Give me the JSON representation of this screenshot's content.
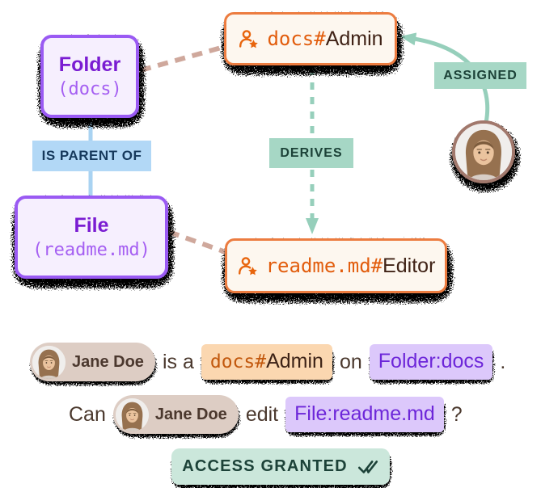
{
  "diagram": {
    "folder_node": {
      "title": "Folder",
      "name": "(docs)"
    },
    "file_node": {
      "title": "File",
      "name": "(readme.md)"
    },
    "admin_node": {
      "object": "docs#",
      "relation": "Admin",
      "icon": "person-star-icon"
    },
    "editor_node": {
      "object": "readme.md#",
      "relation": "Editor",
      "icon": "person-star-icon"
    },
    "labels": {
      "assigned": "ASSIGNED",
      "derives": "DERIVES",
      "is_parent_of": "IS PARENT OF"
    }
  },
  "statement": {
    "user_name": "Jane Doe",
    "line1": {
      "verb": "is a",
      "role_object": "docs#",
      "role_relation": "Admin",
      "preposition": "on",
      "target": "Folder:docs",
      "punctuation": "."
    },
    "line2": {
      "prefix": "Can",
      "verb": "edit",
      "target": "File:readme.md",
      "punctuation": "?"
    }
  },
  "result": {
    "label": "ACCESS GRANTED",
    "icon": "double-check-icon"
  },
  "colors": {
    "purple_border": "#9a5af3",
    "purple_fill": "#f6effe",
    "purple_title": "#7a1ed2",
    "purple_mono": "#a55ff2",
    "orange_border": "#ec7c3f",
    "orange_fill": "#fdf7ef",
    "orange_text": "#e25d0e",
    "dark_relation_text": "#3f2417",
    "mint_label": "#a6d7c5",
    "mint_arrow": "#96cfbb",
    "mint_badge": "#cbe7db",
    "teal_text": "#1c4238",
    "blue_label": "#b2d8f6",
    "blue_text": "#16395c",
    "blue_line": "#a9d3f2",
    "tan_dash": "#cfa89c",
    "pill_bg": "#ddcdc4",
    "sentence_text": "#4a382d",
    "peach_chip": "#fbd7b0",
    "chip_orange": "#c2590f",
    "lilac_chip": "#dcc8fb",
    "lilac_text": "#6d28d9",
    "avatar_ring": "#a1786c"
  }
}
